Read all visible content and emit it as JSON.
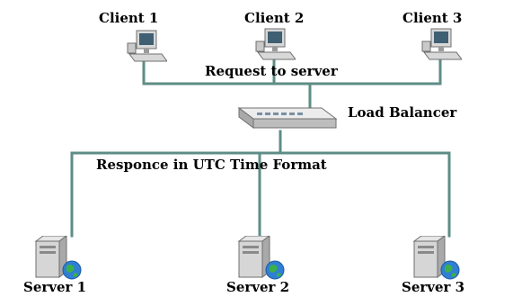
{
  "diagram": {
    "clients": [
      {
        "label": "Client 1",
        "icon": "desktop-computer-icon"
      },
      {
        "label": "Client 2",
        "icon": "desktop-computer-icon"
      },
      {
        "label": "Client 3",
        "icon": "desktop-computer-icon"
      }
    ],
    "request_label": "Request to server",
    "balancer": {
      "label": "Load Balancer",
      "icon": "network-switch-icon"
    },
    "response_label": "Responce in UTC Time Format",
    "servers": [
      {
        "label": "Server 1",
        "icon": "server-tower-icon"
      },
      {
        "label": "Server 2",
        "icon": "server-tower-icon"
      },
      {
        "label": "Server 3",
        "icon": "server-tower-icon"
      }
    ],
    "colors": {
      "wire": "#5d8d86",
      "device_body": "#d8d8d8",
      "device_edge": "#6f6f6f",
      "screen": "#3f5f73",
      "globe": "#2f7fd4",
      "globe_land": "#3bb04a"
    }
  }
}
